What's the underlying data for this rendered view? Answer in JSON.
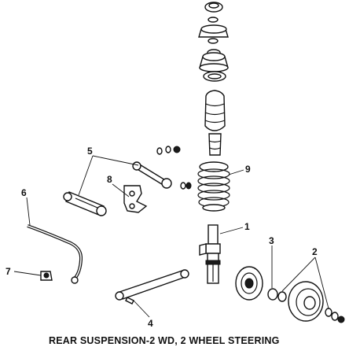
{
  "caption": "REAR SUSPENSION-2 WD, 2 WHEEL STEERING",
  "callouts": {
    "strut": "1",
    "brake_drum": "2",
    "bearing": "3",
    "lateral_link": "4",
    "trailing_arm": "5",
    "stabilizer_bar": "6",
    "stabilizer_bushing": "7",
    "knuckle_bracket": "8",
    "coil_spring": "9"
  }
}
